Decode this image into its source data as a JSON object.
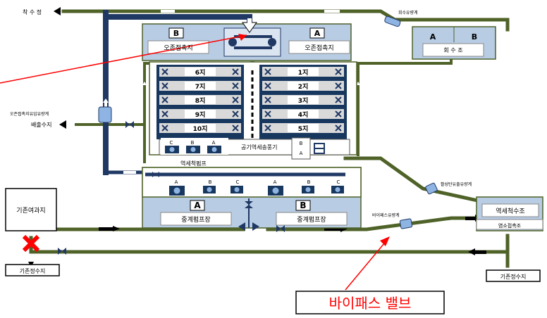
{
  "labels": {
    "top_left": "착 수 정",
    "ozone_b_letter": "B",
    "ozone_b_name": "오존접촉지",
    "ozone_a_letter": "A",
    "ozone_a_name": "오존접촉지",
    "recovery_flowmeter": "회수유량계",
    "recovery_a": "A",
    "recovery_b": "B",
    "recovery_tank": "회 수 조",
    "ozone_inflow_flowmeter": "오존접촉지유입유량계",
    "discharge_water": "배출수지",
    "backwash_pump": "역세척펌프",
    "blower": "공기역세송풍기",
    "blower_b": "B",
    "blower_a": "A",
    "activated_carbon_flowmeter": "활성탄유출유량계",
    "existing_filter": "기존여과지",
    "relay_a_letter": "A",
    "relay_a_name": "중계펌프장",
    "relay_b_letter": "B",
    "relay_b_name": "중계펌프장",
    "bypass_flowmeter": "바이패스유량계",
    "backwash_tank": "역세척수조",
    "chlorine_tank": "염소접촉조",
    "clear_well_left": "기존정수지",
    "clear_well_right": "기존정수지",
    "callout": "바이패스 밸브"
  },
  "filters_left": [
    "6지",
    "7지",
    "8지",
    "9지",
    "10지"
  ],
  "filters_right": [
    "1지",
    "2지",
    "3지",
    "4지",
    "5지"
  ],
  "backwash_pumps": [
    "C",
    "B",
    "A"
  ],
  "relay_pumps_a": [
    "A",
    "B",
    "C"
  ],
  "relay_pumps_b": [
    "A",
    "B",
    "C"
  ],
  "colors": {
    "pipe_green": "#4f6228",
    "pipe_navy": "#1f3864",
    "box_blue": "#b8cce4",
    "panel_navy": "#17375e",
    "callout_red": "#ff0000"
  }
}
